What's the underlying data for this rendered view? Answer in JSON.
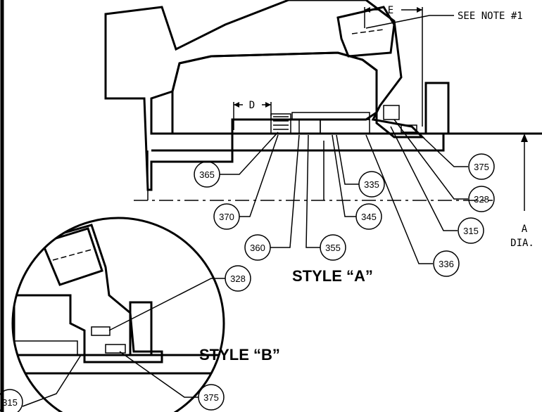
{
  "dimensions": {
    "e": "E",
    "d": "D",
    "a_line1": "A",
    "a_line2": "DIA."
  },
  "note": "SEE NOTE #1",
  "style_a_title": "STYLE “A”",
  "style_b_title": "STYLE “B”",
  "callouts": {
    "c375a": "375",
    "c328a": "328",
    "c315a": "315",
    "c336": "336",
    "c335": "335",
    "c345": "345",
    "c365": "365",
    "c370": "370",
    "c360": "360",
    "c355": "355",
    "c328b": "328",
    "c315b": "315",
    "c375b": "375"
  }
}
